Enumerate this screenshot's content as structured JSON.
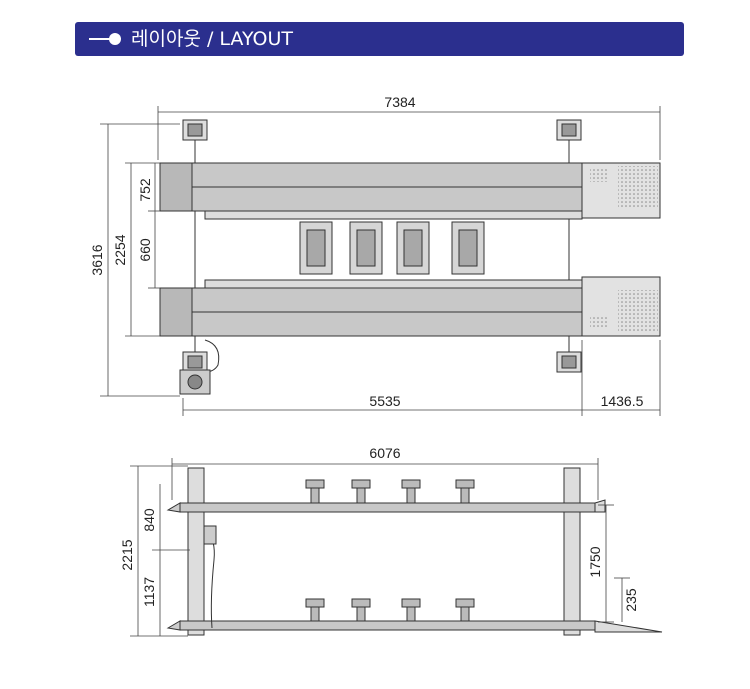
{
  "header": {
    "title": "레이아웃 / LAYOUT"
  },
  "plan_view": {
    "dims": {
      "total_length": "7384",
      "total_width": "3616",
      "runway_spacing": "2254",
      "runway_width": "752",
      "inner_gap": "660",
      "post_spacing": "5535",
      "ramp_length": "1436.5"
    }
  },
  "side_view": {
    "dims": {
      "overall_length": "6076",
      "total_height": "2215",
      "upper_deck": "840",
      "lower_deck": "1137",
      "lift_height": "1750",
      "ramp_height": "235"
    }
  },
  "colors": {
    "header_bg": "#2b2f8e",
    "runway": "#c8c8c8",
    "outline": "#333333"
  }
}
